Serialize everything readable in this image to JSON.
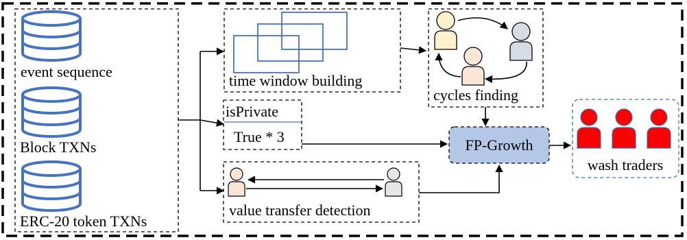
{
  "sources": {
    "event_sequence": "event sequence",
    "block_txns": "Block TXNs",
    "erc20_txns": "ERC-20 token TXNs"
  },
  "modules": {
    "time_window": "time window building",
    "cycles": "cycles finding",
    "is_private": "isPrivate",
    "true_count": "True * 3",
    "value_transfer": "value transfer detection",
    "fp_growth": "FP-Growth",
    "wash_traders": "wash traders"
  },
  "colors": {
    "db_stroke": "#4472c4",
    "window_stroke": "#4472c4",
    "fp_fill": "#b4c7e7",
    "person_yellow": "#fff2cc",
    "person_blue": "#d6dce5",
    "person_peach": "#fbe5d6",
    "person_gray": "#e7e6e6",
    "wash_red": "#ff0000",
    "wash_border": "#2e75b6"
  },
  "icons": [
    "database-icon",
    "person-icon",
    "window-frame-icon"
  ]
}
